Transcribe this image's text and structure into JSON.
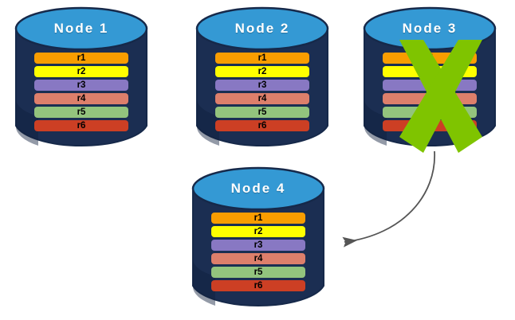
{
  "diagram": {
    "title": "Node replication / failover diagram",
    "background": "#ffffff"
  },
  "palette": {
    "cylinder_body": "#1B2E52",
    "cylinder_body_dark": "#14224096",
    "cylinder_top": "#3499D4",
    "cylinder_top_stroke": "#16294A",
    "cross_green": "#7FC400",
    "arrow_gray": "#555555",
    "title_text": "#FFFFFF",
    "row_text": "#000000"
  },
  "rows": [
    {
      "label": "r1",
      "color": "#F99D00"
    },
    {
      "label": "r2",
      "color": "#FFFF00"
    },
    {
      "label": "r3",
      "color": "#8878C3"
    },
    {
      "label": "r4",
      "color": "#DD7F6B"
    },
    {
      "label": "r5",
      "color": "#93C47D"
    },
    {
      "label": "r6",
      "color": "#CC3F24"
    }
  ],
  "nodes": [
    {
      "id": "node-1",
      "title": "Node  1",
      "failed": false
    },
    {
      "id": "node-2",
      "title": "Node  2",
      "failed": false
    },
    {
      "id": "node-3",
      "title": "Node  3",
      "failed": true
    },
    {
      "id": "node-4",
      "title": "Node  4",
      "failed": false
    }
  ],
  "annotations": {
    "failure_marker": "green-x-cross",
    "arrow_label": "",
    "arrow_from": "node-3",
    "arrow_to": "node-4"
  }
}
